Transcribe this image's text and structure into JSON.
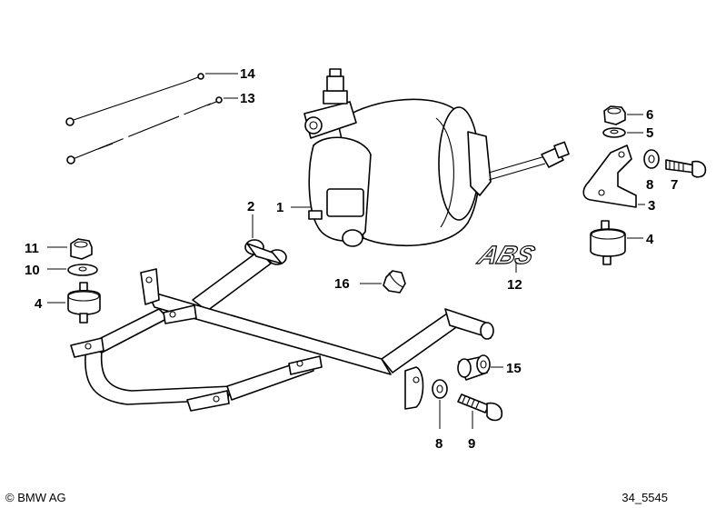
{
  "callouts": [
    "14",
    "13",
    "1",
    "2",
    "11",
    "10",
    "4",
    "16",
    "12",
    "6",
    "5",
    "8",
    "7",
    "3",
    "4",
    "15",
    "8",
    "9"
  ],
  "badge_text": "ABS",
  "footer": {
    "copyright_symbol": "©",
    "copyright_text": "BMW AG",
    "diagram_id": "34_5545"
  }
}
